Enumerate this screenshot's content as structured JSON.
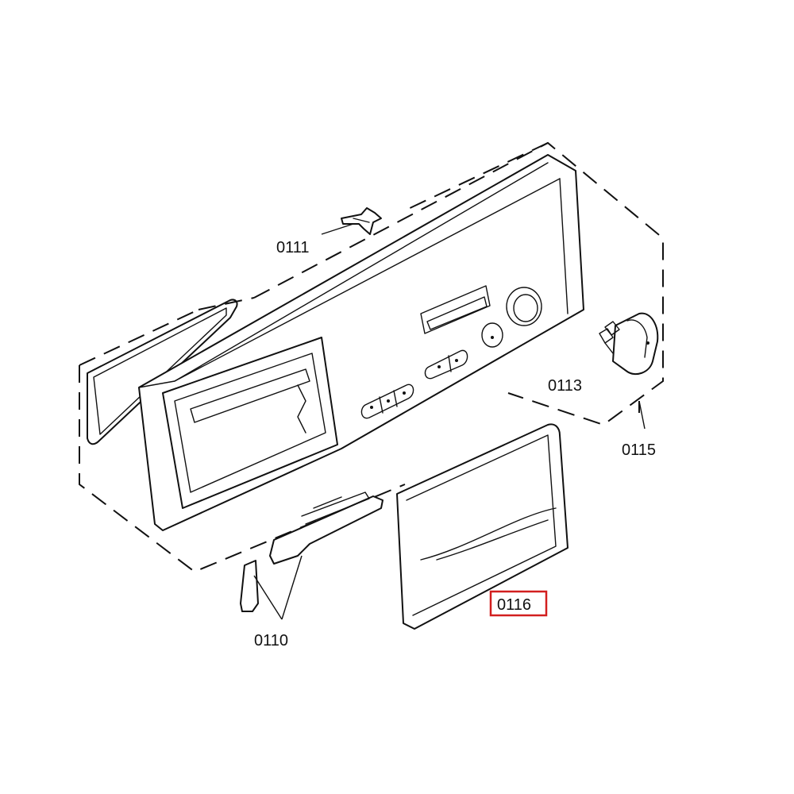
{
  "parts": {
    "p0111": "0111",
    "p0113": "0113",
    "p0115": "0115",
    "p0110": "0110",
    "p0116": "0116"
  },
  "highlight": {
    "part": "0116",
    "color": "#d21f1f"
  }
}
